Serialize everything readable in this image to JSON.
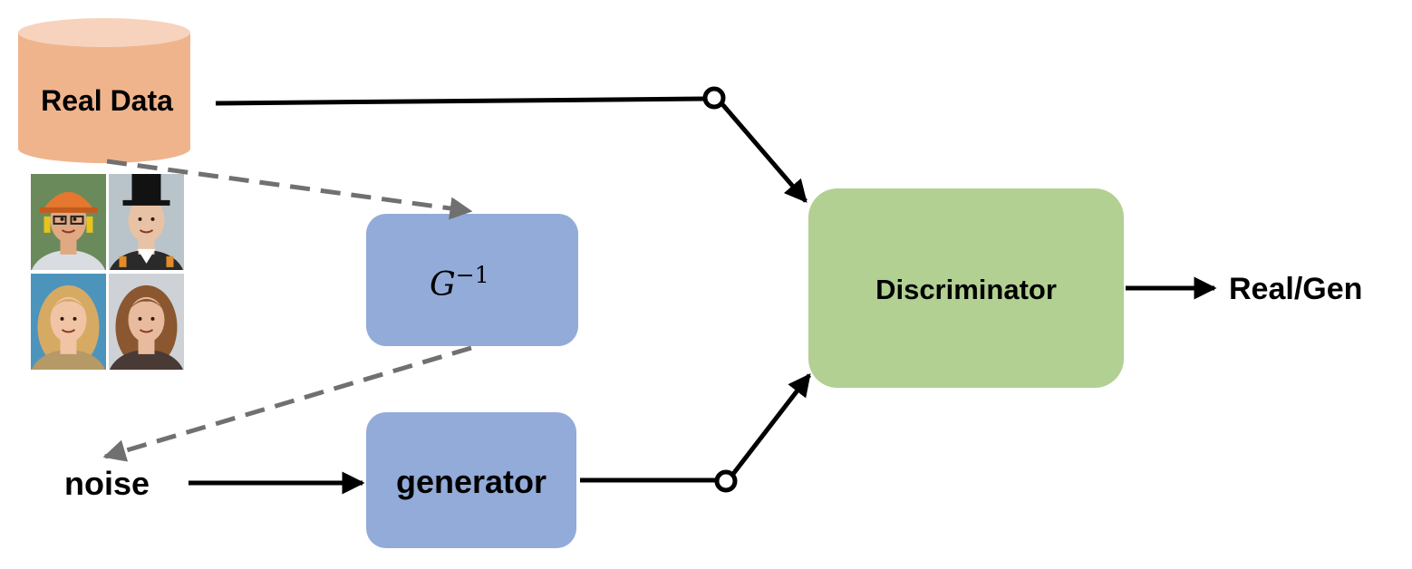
{
  "nodes": {
    "real_data": {
      "label": "Real Data"
    },
    "g_inverse": {
      "base": "G",
      "superscript": "−1"
    },
    "generator": {
      "label": "generator"
    },
    "discriminator": {
      "label": "Discriminator"
    },
    "noise": {
      "label": "noise"
    },
    "output": {
      "label": "Real/Gen"
    }
  },
  "colors": {
    "real_data_fill": "#f0b48c",
    "real_data_top": "#f7d3bd",
    "generator_fill": "#93abd8",
    "discriminator_fill": "#b1d092",
    "solid_edge": "#000000",
    "dashed_edge": "#707070"
  },
  "face_thumbnails": [
    {
      "depicts": "man with orange cap and headset",
      "bg": "#6a8a5c",
      "skin": "#e0a982",
      "hair": "#e5772f",
      "cloth": "#d9dde2"
    },
    {
      "depicts": "woman in black top hat",
      "bg": "#b8c4c9",
      "skin": "#e8c2a4",
      "hair": "#121212",
      "cloth": "#2a2a2a"
    },
    {
      "depicts": "woman with blonde curly hair",
      "bg": "#4d94bd",
      "skin": "#f0c4a4",
      "hair": "#d6aa62",
      "cloth": "#b59966"
    },
    {
      "depicts": "woman with brown wavy hair",
      "bg": "#ced2d6",
      "skin": "#e8bb9e",
      "hair": "#8a5730",
      "cloth": "#4a3a35"
    }
  ]
}
